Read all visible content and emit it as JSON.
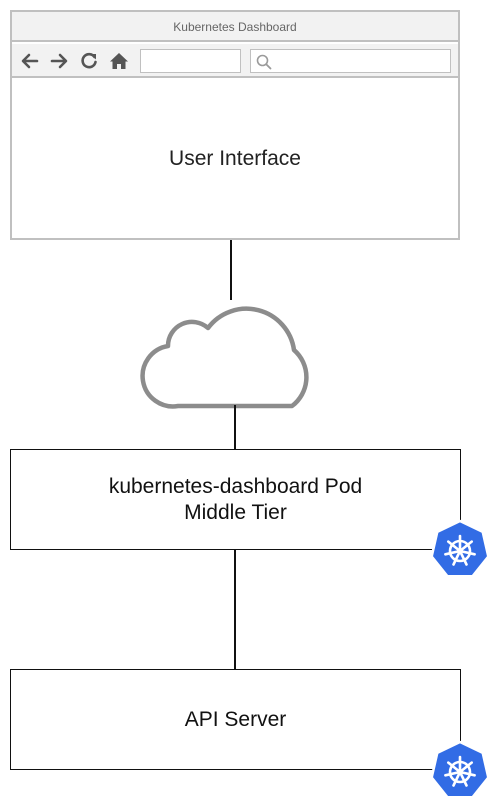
{
  "browser": {
    "title": "Kubernetes Dashboard",
    "address_value": "",
    "search_value": "",
    "content_label": "User Interface",
    "icons": [
      "back-arrow-icon",
      "forward-arrow-icon",
      "refresh-icon",
      "home-icon",
      "search-icon"
    ]
  },
  "middle_tier": {
    "line1": "kubernetes-dashboard Pod",
    "line2": "Middle Tier",
    "badge_icon": "kubernetes-logo-icon"
  },
  "api_server": {
    "label": "API Server",
    "badge_icon": "kubernetes-logo-icon"
  },
  "network_icon": "cloud-icon",
  "colors": {
    "kubernetes_blue": "#326ce5",
    "border_gray": "#c0c0c0",
    "cloud_gray": "#8c8c8c",
    "line_black": "#111111"
  }
}
